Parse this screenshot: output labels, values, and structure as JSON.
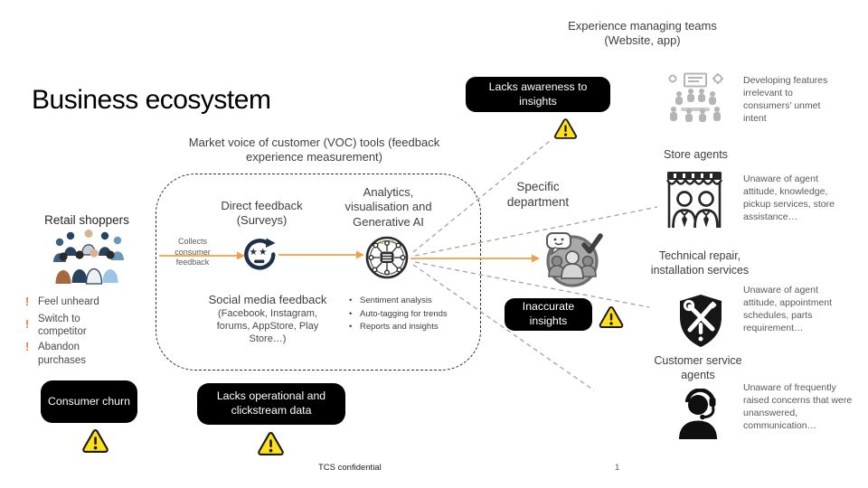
{
  "slide": {
    "title": "Business ecosystem",
    "footer": {
      "confidential": "TCS confidential",
      "page_number": "1"
    }
  },
  "experience_teams": {
    "heading": "Experience managing teams (Website, app)",
    "callout": "Lacks awareness to insights",
    "description": "Developing features irrelevant to consumers’ unmet intent"
  },
  "voc": {
    "heading": "Market voice of customer (VOC) tools (feedback experience measurement)",
    "collects_label": "Collects consumer feedback",
    "direct_feedback_label": "Direct feedback (Surveys)",
    "analytics_label": "Analytics, visualisation and Generative AI",
    "analytics_bullets": [
      "Sentiment analysis",
      "Auto-tagging for trends",
      "Reports and insights"
    ],
    "social_media_title": "Social media feedback",
    "social_media_subtitle": "(Facebook, Instagram, forums, AppStore, Play Store…)",
    "callout": "Lacks operational and clickstream data"
  },
  "retail_shoppers": {
    "heading": "Retail shoppers",
    "pains": [
      "Feel unheard",
      "Switch to competitor",
      "Abandon purchases"
    ],
    "callout": "Consumer churn"
  },
  "specific_department": {
    "heading": "Specific department",
    "callout": "Inaccurate insights"
  },
  "stakeholders": [
    {
      "heading": "Store agents",
      "icon": "storefront-agents-icon",
      "description": "Unaware of agent attitude, knowledge, pickup services, store assistance…"
    },
    {
      "heading": "Technical repair, installation services",
      "icon": "repair-shield-icon",
      "description": "Unaware of agent attitude, appointment schedules, parts requirement…"
    },
    {
      "heading": "Customer service agents",
      "icon": "headset-agent-icon",
      "description": "Unaware of frequently raised concerns that were unanswered, communication…"
    }
  ],
  "markers": {
    "pain": "!",
    "bullet": "•"
  },
  "colors": {
    "arrow_orange": "#EFA143",
    "dashed_gray": "#A3A3A3",
    "warning_yellow": "#FFE01A",
    "alert_orange": "#ED7D31",
    "callout_bg": "#000000"
  }
}
